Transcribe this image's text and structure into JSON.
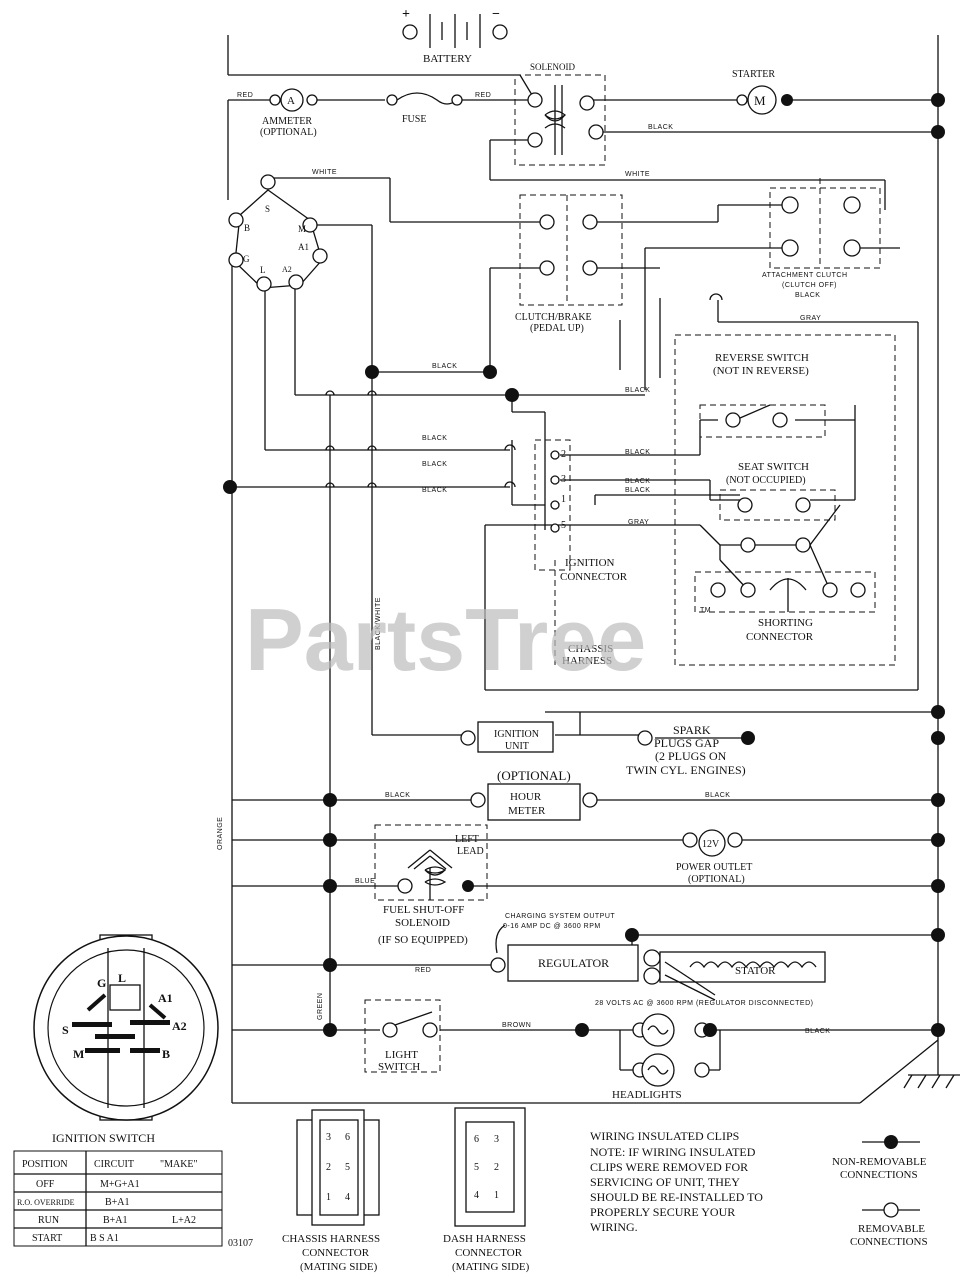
{
  "watermark": "PartsTree",
  "trademark": "TM",
  "components": {
    "battery": "BATTERY",
    "battery_plus": "+",
    "battery_minus": "−",
    "solenoid": "SOLENOID",
    "starter": "STARTER",
    "starter_symbol": "M",
    "ammeter_symbol": "A",
    "ammeter_1": "AMMETER",
    "ammeter_2": "(OPTIONAL)",
    "fuse": "FUSE",
    "clutch_brake_1": "CLUTCH/BRAKE",
    "clutch_brake_2": "(PEDAL UP)",
    "attachment_clutch_1": "ATTACHMENT CLUTCH",
    "attachment_clutch_2": "(CLUTCH OFF)",
    "reverse_switch_1": "REVERSE SWITCH",
    "reverse_switch_2": "(NOT IN REVERSE)",
    "seat_switch_1": "SEAT SWITCH",
    "seat_switch_2": "(NOT OCCUPIED)",
    "ignition_connector_1": "IGNITION",
    "ignition_connector_2": "CONNECTOR",
    "chassis_harness_1": "CHASSIS",
    "chassis_harness_2": "HARNESS",
    "shorting_connector_1": "SHORTING",
    "shorting_connector_2": "CONNECTOR",
    "ignition_unit_1": "IGNITION",
    "ignition_unit_2": "UNIT",
    "spark_plugs_1": "SPARK",
    "spark_plugs_2": "PLUGS GAP",
    "spark_plugs_3": "(2 PLUGS ON",
    "spark_plugs_4": "TWIN CYL. ENGINES)",
    "hour_meter_opt": "(OPTIONAL)",
    "hour_meter_1": "HOUR",
    "hour_meter_2": "METER",
    "fuel_shutoff_1": "FUEL SHUT-OFF",
    "fuel_shutoff_2": "SOLENOID",
    "fuel_shutoff_3": "(IF SO EQUIPPED)",
    "fuel_shutoff_lead_1": "LEFT",
    "fuel_shutoff_lead_2": "LEAD",
    "power_outlet_symbol": "12V",
    "power_outlet_1": "POWER OUTLET",
    "power_outlet_2": "(OPTIONAL)",
    "charging_1": "CHARGING SYSTEM OUTPUT",
    "charging_2": "0-16 AMP DC @ 3600 RPM",
    "regulator": "REGULATOR",
    "stator": "STATOR",
    "stator_note": "28 VOLTS AC @ 3600 RPM (REGULATOR DISCONNECTED)",
    "light_switch_1": "LIGHT",
    "light_switch_2": "SWITCH",
    "headlights": "HEADLIGHTS"
  },
  "ignition_switch_terminals": {
    "s": "S",
    "m": "M",
    "a1": "A1",
    "a2": "A2",
    "l": "L",
    "g": "G",
    "b": "B"
  },
  "connector_pins": {
    "p2": "2",
    "p3": "3",
    "p1": "1",
    "p5": "5"
  },
  "wire_colors": {
    "red": "RED",
    "black": "BLACK",
    "white": "WHITE",
    "gray": "GRAY",
    "blue": "BLUE",
    "brown": "BROWN",
    "orange": "ORANGE",
    "black_white": "BLACK/WHITE",
    "green": "GREEN"
  },
  "ignition_switch_key": {
    "title": "IGNITION SWITCH",
    "face_labels": {
      "g": "G",
      "l": "L",
      "a1": "A1",
      "s": "S",
      "a2": "A2",
      "m": "M",
      "b": "B"
    },
    "headers": [
      "POSITION",
      "CIRCUIT",
      "\"MAKE\""
    ],
    "rows": [
      [
        "OFF",
        "M+G+A1",
        ""
      ],
      [
        "R.O. OVERRIDE",
        "B+A1",
        ""
      ],
      [
        "RUN",
        "B+A1",
        "L+A2"
      ],
      [
        "START",
        "B   S   A1",
        ""
      ]
    ]
  },
  "part_number": "03107",
  "chassis_harness_connector": {
    "label_1": "CHASSIS HARNESS",
    "label_2": "CONNECTOR",
    "label_3": "(MATING SIDE)",
    "pins": [
      "3",
      "6",
      "2",
      "5",
      "1",
      "4"
    ]
  },
  "dash_harness_connector": {
    "label_1": "DASH HARNESS",
    "label_2": "CONNECTOR",
    "label_3": "(MATING SIDE)",
    "pins": [
      "6",
      "3",
      "5",
      "2",
      "4",
      "1"
    ]
  },
  "note": {
    "line1": "WIRING INSULATED CLIPS",
    "line2": "NOTE: IF WIRING INSULATED",
    "line3": "CLIPS WERE REMOVED FOR",
    "line4": "SERVICING OF UNIT, THEY",
    "line5": "SHOULD BE RE-INSTALLED TO",
    "line6": "PROPERLY SECURE YOUR",
    "line7": "WIRING."
  },
  "legend": {
    "non_removable_1": "NON-REMOVABLE",
    "non_removable_2": "CONNECTIONS",
    "removable_1": "REMOVABLE",
    "removable_2": "CONNECTIONS"
  }
}
